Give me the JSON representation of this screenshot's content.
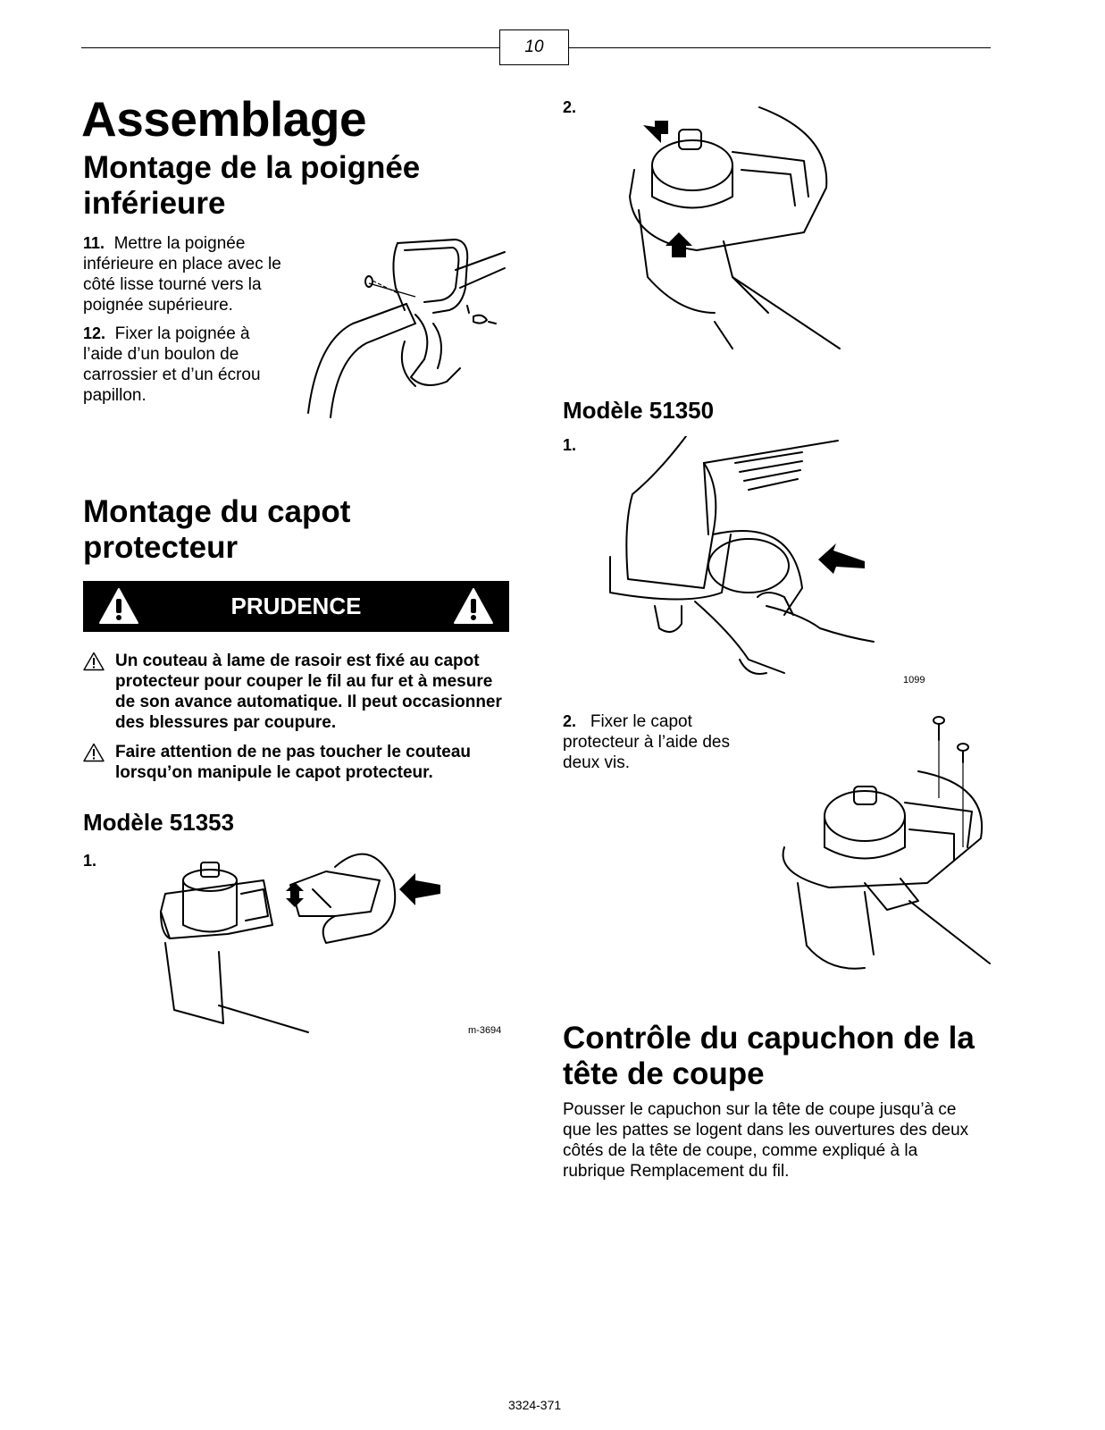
{
  "header": {
    "page_number": "10"
  },
  "left": {
    "title": "Assemblage",
    "handle_section": {
      "heading_line1": "Montage de la poignée",
      "heading_line2": "inférieure",
      "step11_num": "11.",
      "step11_text": "Mettre la poignée inférieure en place avec le côté lisse tourné vers la poignée supérieure.",
      "step12_num": "12.",
      "step12_text": "Fixer la poignée à l’aide d’un boulon de carrossier et d’un écrou papillon."
    },
    "guard_section": {
      "heading_line1": "Montage du capot",
      "heading_line2": "protecteur"
    },
    "caution": {
      "label": "PRUDENCE",
      "item1": "Un couteau à lame de rasoir est fixé au capot protecteur pour couper le fil au fur et à mesure de son avance automatique. Il peut occasionner des blessures par coupure.",
      "item2": "Faire attention de ne pas toucher le couteau lorsqu’on manipule le capot protecteur."
    },
    "model_51353": {
      "heading": "Modèle 51353",
      "step1": "1.",
      "figure_code": "m-3694"
    }
  },
  "right": {
    "step2_label": "2.",
    "model_51350": {
      "heading": "Modèle 51350",
      "step1": "1.",
      "figure_code": "1099",
      "step2_num": "2.",
      "step2_text": "Fixer le capot protecteur à l’aide des deux vis."
    },
    "cap_section": {
      "heading_line1": "Contrôle du capuchon de la",
      "heading_line2": "tête de coupe",
      "body": "Pousser le capuchon sur la tête de coupe jusqu’à ce que les pattes se logent dans les ouvertures des deux côtés de la tête de coupe, comme expliqué à la rubrique Remplacement du fil."
    }
  },
  "footer": {
    "doc_number": "3324-371"
  }
}
